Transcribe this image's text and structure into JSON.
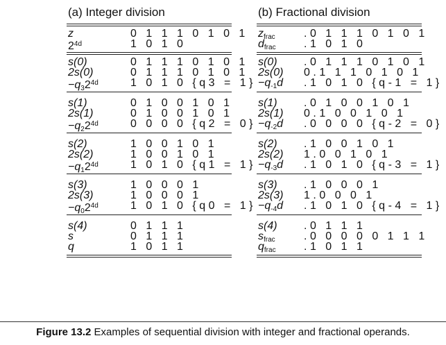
{
  "panel_a": {
    "title": "(a) Integer division",
    "rows": [
      {
        "lbl": [
          "z"
        ],
        "bits": "0 1 1 1   0 1 0 1"
      },
      {
        "lbl": [
          "2^4d"
        ],
        "bits": "1 0 1 0"
      },
      {
        "sep": true,
        "double": true
      },
      {
        "lbl": [
          "s(0)"
        ],
        "bits": "0 1 1 1   0 1 0 1"
      },
      {
        "lbl": [
          "2s(0)"
        ],
        "bits": "0 1 1 1 0   1 0 1"
      },
      {
        "lbl": [
          "-q_3 2^4d"
        ],
        "bits": "1 0 1 0   {q3 = 1}"
      },
      {
        "sep": true
      },
      {
        "lbl": [
          "s(1)"
        ],
        "bits": "0 1 0 0   1 0 1"
      },
      {
        "lbl": [
          "2s(1)"
        ],
        "bits": "0 1 0 0 1   0 1"
      },
      {
        "lbl": [
          "-q_2 2^4d"
        ],
        "bits": "0 0 0 0   {q2 = 0}"
      },
      {
        "sep": true
      },
      {
        "lbl": [
          "s(2)"
        ],
        "bits": "1 0 0 1   0 1"
      },
      {
        "lbl": [
          "2s(2)"
        ],
        "bits": "1 0 0 1 0   1"
      },
      {
        "lbl": [
          "-q_1 2^4d"
        ],
        "bits": "1 0 1 0   {q1 = 1}"
      },
      {
        "sep": true
      },
      {
        "lbl": [
          "s(3)"
        ],
        "bits": "1 0 0 0   1"
      },
      {
        "lbl": [
          "2s(3)"
        ],
        "bits": "1 0 0 0 1"
      },
      {
        "lbl": [
          "-q_0 2^4d"
        ],
        "bits": "1 0 1 0   {q0 = 1}"
      },
      {
        "sep": true
      },
      {
        "lbl": [
          "s(4)"
        ],
        "bits": "0 1 1 1"
      },
      {
        "lbl": [
          "s"
        ],
        "bits": "0 1 1 1"
      },
      {
        "lbl": [
          "q"
        ],
        "bits": "1 0 1 1"
      },
      {
        "sep": true,
        "double": true
      }
    ]
  },
  "panel_b": {
    "title": "(b) Fractional division",
    "rows": [
      {
        "lbl": [
          "z_frac"
        ],
        "bits": ".0 1 1 1   0 1 0 1"
      },
      {
        "lbl": [
          "d_frac"
        ],
        "bits": ".1 0 1 0"
      },
      {
        "sep": true,
        "double": true
      },
      {
        "lbl": [
          "s(0)"
        ],
        "bits": ".0 1 1 1   0 1 0 1"
      },
      {
        "lbl": [
          "2s(0)"
        ],
        "bits": "0.1 1 1 0   1 0 1"
      },
      {
        "lbl": [
          "-q_-1 d"
        ],
        "bits": ".1 0 1 0   {q-1 = 1}"
      },
      {
        "sep": true
      },
      {
        "lbl": [
          "s(1)"
        ],
        "bits": ".0 1 0 0   1 0 1"
      },
      {
        "lbl": [
          "2s(1)"
        ],
        "bits": "0.1 0 0 1   0 1"
      },
      {
        "lbl": [
          "-q_-2 d"
        ],
        "bits": ".0 0 0 0   {q-2 = 0}"
      },
      {
        "sep": true
      },
      {
        "lbl": [
          "s(2)"
        ],
        "bits": ".1 0 0 1   0 1"
      },
      {
        "lbl": [
          "2s(2)"
        ],
        "bits": "1.0 0 1 0   1"
      },
      {
        "lbl": [
          "-q_-3 d"
        ],
        "bits": ".1 0 1 0   {q-3 = 1}"
      },
      {
        "sep": true
      },
      {
        "lbl": [
          "s(3)"
        ],
        "bits": ".1 0 0 0   1"
      },
      {
        "lbl": [
          "2s(3)"
        ],
        "bits": "1.0 0 0 1"
      },
      {
        "lbl": [
          "-q_-4 d"
        ],
        "bits": ".1 0 1 0   {q-4 = 1}"
      },
      {
        "sep": true
      },
      {
        "lbl": [
          "s(4)"
        ],
        "bits": ".0 1 1 1"
      },
      {
        "lbl": [
          "s_frac"
        ],
        "bits": ".0 0 0 0   0 1 1 1"
      },
      {
        "lbl": [
          "q_frac"
        ],
        "bits": ".1 0 1 1"
      },
      {
        "sep": true,
        "double": true
      }
    ]
  },
  "caption": {
    "label": "Figure 13.2",
    "text": "Examples of sequential division with integer and fractional operands."
  }
}
